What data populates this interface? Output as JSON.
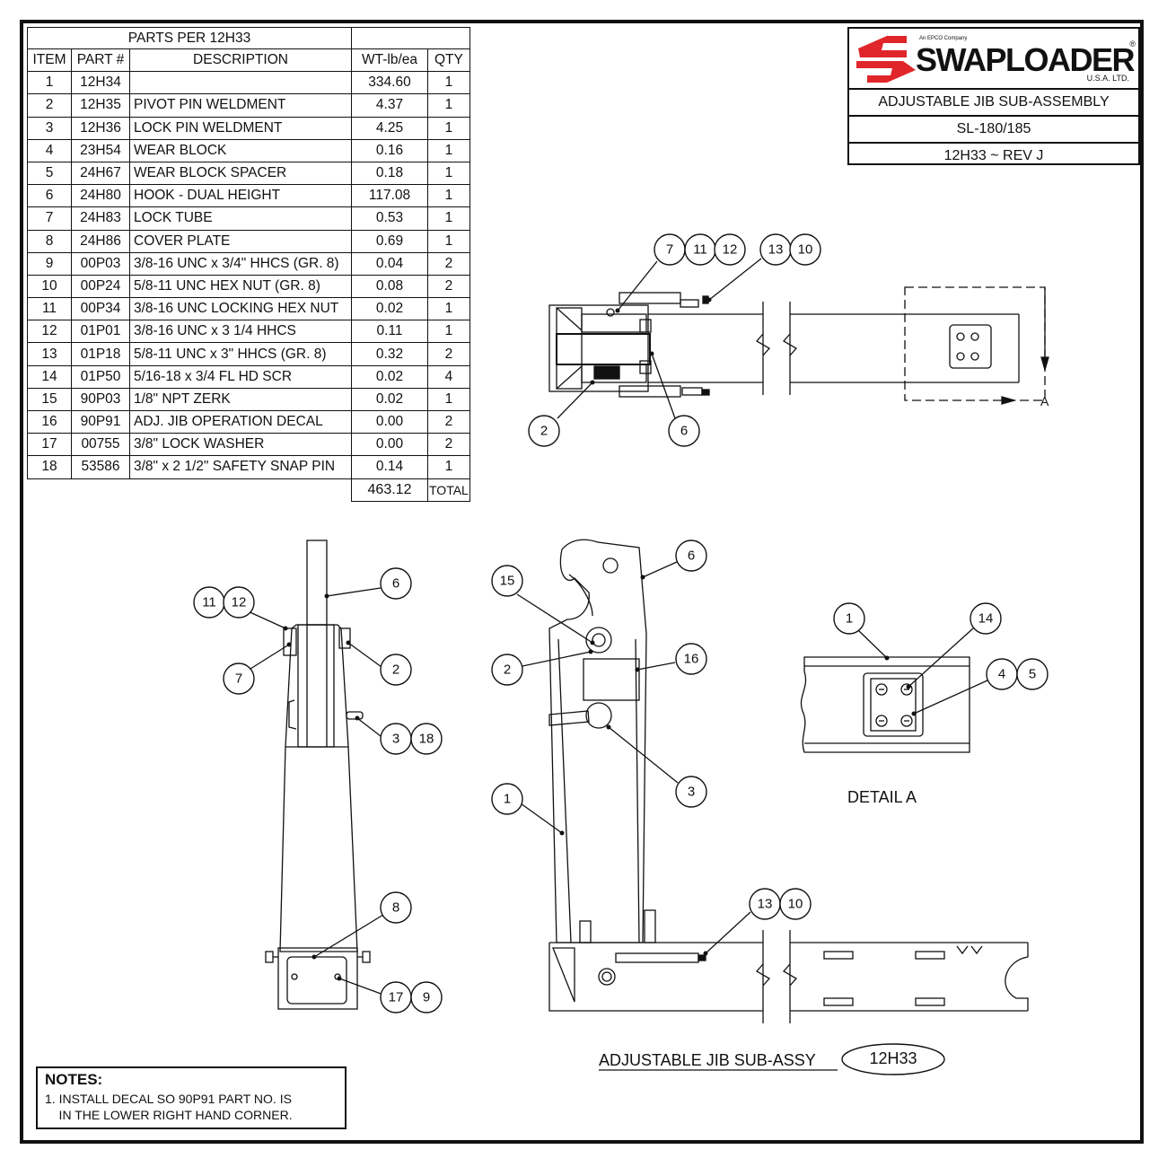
{
  "parts_table": {
    "title": "PARTS PER 12H33",
    "headers": {
      "item": "ITEM",
      "part": "PART #",
      "description": "DESCRIPTION",
      "weight": "WT-lb/ea",
      "qty": "QTY"
    },
    "rows": [
      {
        "item": "1",
        "part": "12H34",
        "description": "",
        "weight": "334.60",
        "qty": "1"
      },
      {
        "item": "2",
        "part": "12H35",
        "description": "PIVOT PIN WELDMENT",
        "weight": "4.37",
        "qty": "1"
      },
      {
        "item": "3",
        "part": "12H36",
        "description": "LOCK PIN WELDMENT",
        "weight": "4.25",
        "qty": "1"
      },
      {
        "item": "4",
        "part": "23H54",
        "description": "WEAR BLOCK",
        "weight": "0.16",
        "qty": "1"
      },
      {
        "item": "5",
        "part": "24H67",
        "description": "WEAR BLOCK SPACER",
        "weight": "0.18",
        "qty": "1"
      },
      {
        "item": "6",
        "part": "24H80",
        "description": "HOOK - DUAL HEIGHT",
        "weight": "117.08",
        "qty": "1"
      },
      {
        "item": "7",
        "part": "24H83",
        "description": "LOCK TUBE",
        "weight": "0.53",
        "qty": "1"
      },
      {
        "item": "8",
        "part": "24H86",
        "description": "COVER PLATE",
        "weight": "0.69",
        "qty": "1"
      },
      {
        "item": "9",
        "part": "00P03",
        "description": "3/8-16 UNC x 3/4\" HHCS (GR. 8)",
        "weight": "0.04",
        "qty": "2"
      },
      {
        "item": "10",
        "part": "00P24",
        "description": "5/8-11 UNC HEX NUT (GR. 8)",
        "weight": "0.08",
        "qty": "2"
      },
      {
        "item": "11",
        "part": "00P34",
        "description": "3/8-16 UNC LOCKING HEX NUT",
        "weight": "0.02",
        "qty": "1"
      },
      {
        "item": "12",
        "part": "01P01",
        "description": "3/8-16 UNC x 3 1/4 HHCS",
        "weight": "0.11",
        "qty": "1"
      },
      {
        "item": "13",
        "part": "01P18",
        "description": "5/8-11 UNC x 3\" HHCS (GR. 8)",
        "weight": "0.32",
        "qty": "2"
      },
      {
        "item": "14",
        "part": "01P50",
        "description": "5/16-18 x 3/4 FL HD SCR",
        "weight": "0.02",
        "qty": "4"
      },
      {
        "item": "15",
        "part": "90P03",
        "description": "1/8\" NPT ZERK",
        "weight": "0.02",
        "qty": "1"
      },
      {
        "item": "16",
        "part": "90P91",
        "description": "ADJ. JIB OPERATION DECAL",
        "weight": "0.00",
        "qty": "2"
      },
      {
        "item": "17",
        "part": "00755",
        "description": "3/8\" LOCK WASHER",
        "weight": "0.00",
        "qty": "2"
      },
      {
        "item": "18",
        "part": "53586",
        "description": "3/8\" x 2 1/2\" SAFETY SNAP PIN",
        "weight": "0.14",
        "qty": "1"
      }
    ],
    "total_weight": "463.12",
    "total_label": "TOTAL"
  },
  "title_block": {
    "logo_tagline": "An EPCO Company",
    "logo_name": "SWAPLOADER",
    "logo_registered": "®",
    "logo_sub": "U.S.A. LTD.",
    "title": "ADJUSTABLE JIB SUB-ASSEMBLY",
    "model": "SL-180/185",
    "drawing_rev": "12H33 ~ REV J",
    "logo_color": "#e0262b"
  },
  "notes": {
    "heading": "NOTES:",
    "text": "1. INSTALL DECAL SO 90P91 PART NO. IS\n    IN THE LOWER RIGHT HAND CORNER."
  },
  "drawing": {
    "view_a_label": "A",
    "detail_label": "DETAIL  A",
    "assembly_caption": "ADJUSTABLE JIB SUB-ASSY",
    "assembly_number": "12H33",
    "balloons": {
      "b7_top": "7",
      "b11_top": "11",
      "b12_top": "12",
      "b13_top": "13",
      "b10_top": "10",
      "b2_top": "2",
      "b6_top": "6",
      "b6_left": "6",
      "b11_left": "11",
      "b12_left": "12",
      "b7_left": "7",
      "b2_left": "2",
      "b3_left": "3",
      "b18_left": "18",
      "b8_left": "8",
      "b17_left": "17",
      "b9_left": "9",
      "b15_mid": "15",
      "b6_mid": "6",
      "b2_mid": "2",
      "b16_mid": "16",
      "b3_mid": "3",
      "b1_mid": "1",
      "b13_mid": "13",
      "b10_mid": "10",
      "b1_det": "1",
      "b14_det": "14",
      "b4_det": "4",
      "b5_det": "5"
    }
  }
}
